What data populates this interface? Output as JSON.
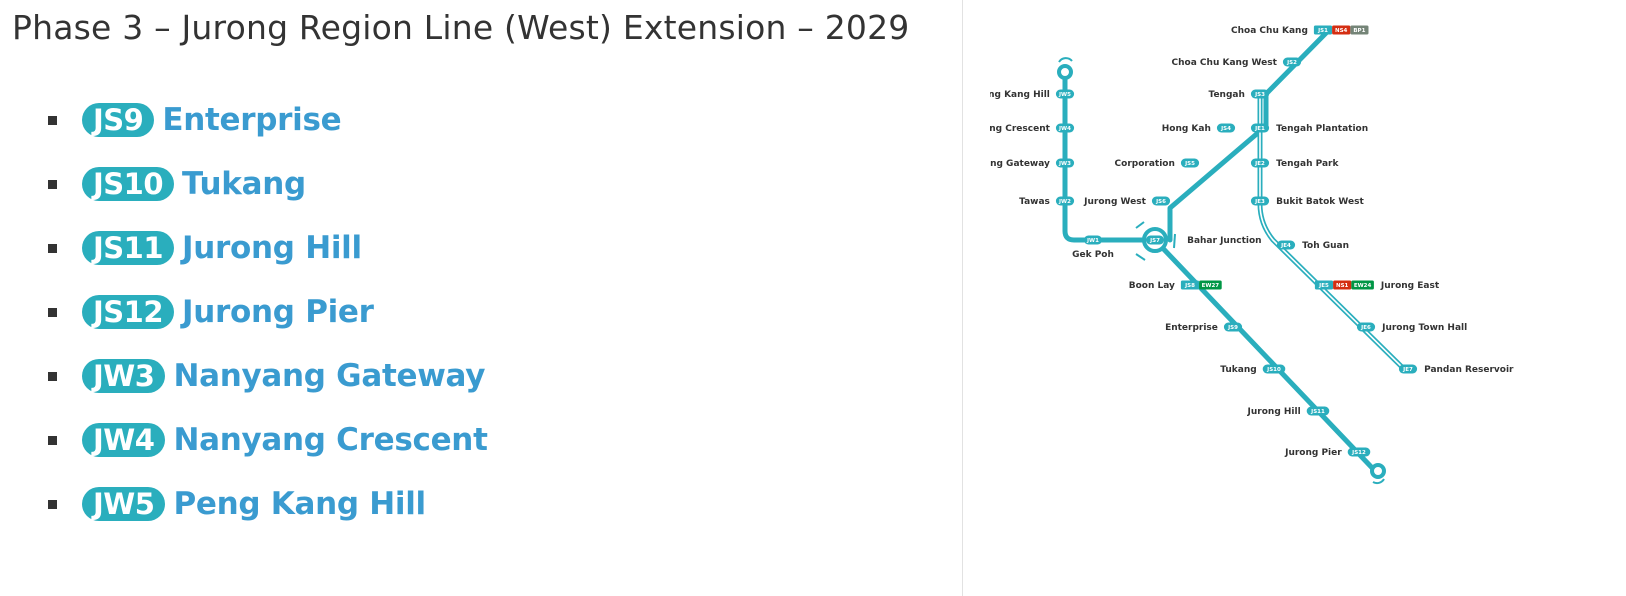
{
  "title": "Phase 3 – Jurong Region Line (West) Extension – 2029",
  "stations_list": [
    {
      "code": "JS9",
      "name": "Enterprise"
    },
    {
      "code": "JS10",
      "name": "Tukang"
    },
    {
      "code": "JS11",
      "name": "Jurong Hill"
    },
    {
      "code": "JS12",
      "name": "Jurong Pier"
    },
    {
      "code": "JW3",
      "name": "Nanyang Gateway"
    },
    {
      "code": "JW4",
      "name": "Nanyang Crescent"
    },
    {
      "code": "JW5",
      "name": "Peng Kang Hill"
    }
  ],
  "map": {
    "colors": {
      "jrl": "#2aaebd",
      "nsl": "#d42e12",
      "ewl": "#009645",
      "bpl": "#748477"
    },
    "stations": [
      {
        "name": "Choa Chu Kang",
        "codes": [
          {
            "c": "JS1",
            "l": "jrl"
          },
          {
            "c": "NS4",
            "l": "nsl"
          },
          {
            "c": "BP1",
            "l": "bpl"
          }
        ]
      },
      {
        "name": "Choa Chu Kang West",
        "codes": [
          {
            "c": "JS2",
            "l": "jrl"
          }
        ]
      },
      {
        "name": "Tengah",
        "codes": [
          {
            "c": "JS3",
            "l": "jrl"
          }
        ]
      },
      {
        "name": "Hong Kah",
        "codes": [
          {
            "c": "JS4",
            "l": "jrl"
          }
        ]
      },
      {
        "name": "Corporation",
        "codes": [
          {
            "c": "JS5",
            "l": "jrl"
          }
        ]
      },
      {
        "name": "Jurong West",
        "codes": [
          {
            "c": "JS6",
            "l": "jrl"
          }
        ]
      },
      {
        "name": "Bahar Junction",
        "codes": [
          {
            "c": "JS7",
            "l": "jrl"
          }
        ]
      },
      {
        "name": "Boon Lay",
        "codes": [
          {
            "c": "JS8",
            "l": "jrl"
          },
          {
            "c": "EW27",
            "l": "ewl"
          }
        ]
      },
      {
        "name": "Enterprise",
        "codes": [
          {
            "c": "JS9",
            "l": "jrl"
          }
        ]
      },
      {
        "name": "Tukang",
        "codes": [
          {
            "c": "JS10",
            "l": "jrl"
          }
        ]
      },
      {
        "name": "Jurong Hill",
        "codes": [
          {
            "c": "JS11",
            "l": "jrl"
          }
        ]
      },
      {
        "name": "Jurong Pier",
        "codes": [
          {
            "c": "JS12",
            "l": "jrl"
          }
        ]
      },
      {
        "name": "Gek Poh",
        "codes": [
          {
            "c": "JW1",
            "l": "jrl"
          }
        ]
      },
      {
        "name": "Tawas",
        "codes": [
          {
            "c": "JW2",
            "l": "jrl"
          }
        ]
      },
      {
        "name": "Nanyang Gateway",
        "codes": [
          {
            "c": "JW3",
            "l": "jrl"
          }
        ]
      },
      {
        "name": "Nanyang Crescent",
        "codes": [
          {
            "c": "JW4",
            "l": "jrl"
          }
        ]
      },
      {
        "name": "Peng Kang Hill",
        "codes": [
          {
            "c": "JW5",
            "l": "jrl"
          }
        ]
      },
      {
        "name": "Tengah Plantation",
        "codes": [
          {
            "c": "JE1",
            "l": "jrl"
          }
        ]
      },
      {
        "name": "Tengah Park",
        "codes": [
          {
            "c": "JE2",
            "l": "jrl"
          }
        ]
      },
      {
        "name": "Bukit Batok West",
        "codes": [
          {
            "c": "JE3",
            "l": "jrl"
          }
        ]
      },
      {
        "name": "Toh Guan",
        "codes": [
          {
            "c": "JE4",
            "l": "jrl"
          }
        ]
      },
      {
        "name": "Jurong East",
        "codes": [
          {
            "c": "JE5",
            "l": "jrl"
          },
          {
            "c": "NS1",
            "l": "nsl"
          },
          {
            "c": "EW24",
            "l": "ewl"
          }
        ]
      },
      {
        "name": "Jurong Town Hall",
        "codes": [
          {
            "c": "JE6",
            "l": "jrl"
          }
        ]
      },
      {
        "name": "Pandan Reservoir",
        "codes": [
          {
            "c": "JE7",
            "l": "jrl"
          }
        ]
      }
    ]
  }
}
